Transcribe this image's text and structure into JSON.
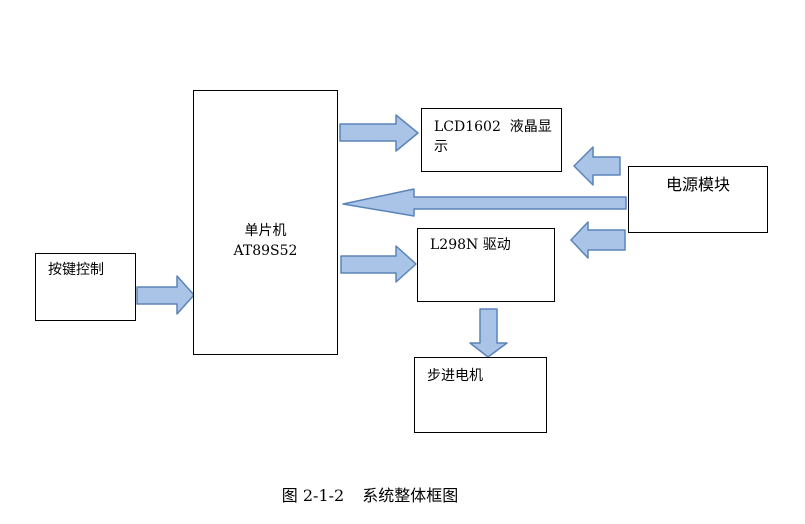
{
  "blocks": {
    "mcu": {
      "line1": "单片机",
      "line2": "AT89S52"
    },
    "keypad": {
      "label": "按键控制"
    },
    "lcd": {
      "line1": "LCD1602  液晶显",
      "line2": "示"
    },
    "power": {
      "label": "电源模块"
    },
    "driver": {
      "label": "L298N 驱动"
    },
    "motor": {
      "label": "步进电机"
    }
  },
  "caption": {
    "number": "图 2-1-2",
    "title": "系统整体框图"
  },
  "colors": {
    "arrow_fill": "#a9c4e6",
    "arrow_stroke": "#5b83b8",
    "border": "#000000"
  }
}
